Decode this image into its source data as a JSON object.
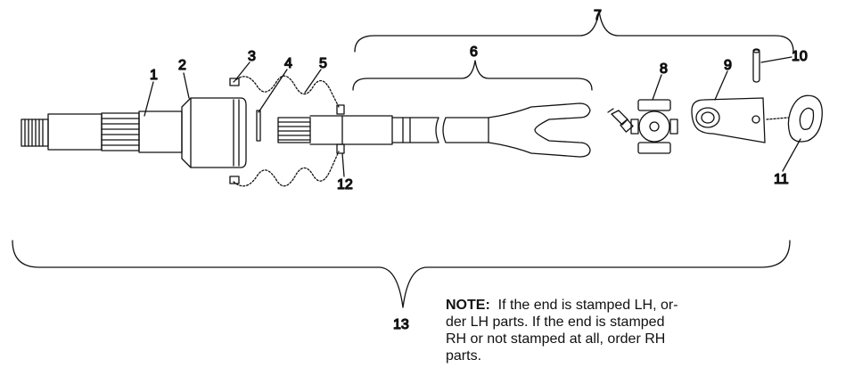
{
  "callouts": [
    {
      "id": "1",
      "label": "1"
    },
    {
      "id": "2",
      "label": "2"
    },
    {
      "id": "3",
      "label": "3"
    },
    {
      "id": "4",
      "label": "4"
    },
    {
      "id": "5",
      "label": "5"
    },
    {
      "id": "6",
      "label": "6"
    },
    {
      "id": "7",
      "label": "7"
    },
    {
      "id": "8",
      "label": "8"
    },
    {
      "id": "9",
      "label": "9"
    },
    {
      "id": "10",
      "label": "10"
    },
    {
      "id": "11",
      "label": "11"
    },
    {
      "id": "12",
      "label": "12"
    },
    {
      "id": "13",
      "label": "13"
    }
  ],
  "note": {
    "label": "NOTE:",
    "line1": "If the end is stamped LH, or-",
    "line2": "der LH parts.  If the end is stamped",
    "line3": "RH or not stamped at all, order RH",
    "line4": "parts."
  }
}
